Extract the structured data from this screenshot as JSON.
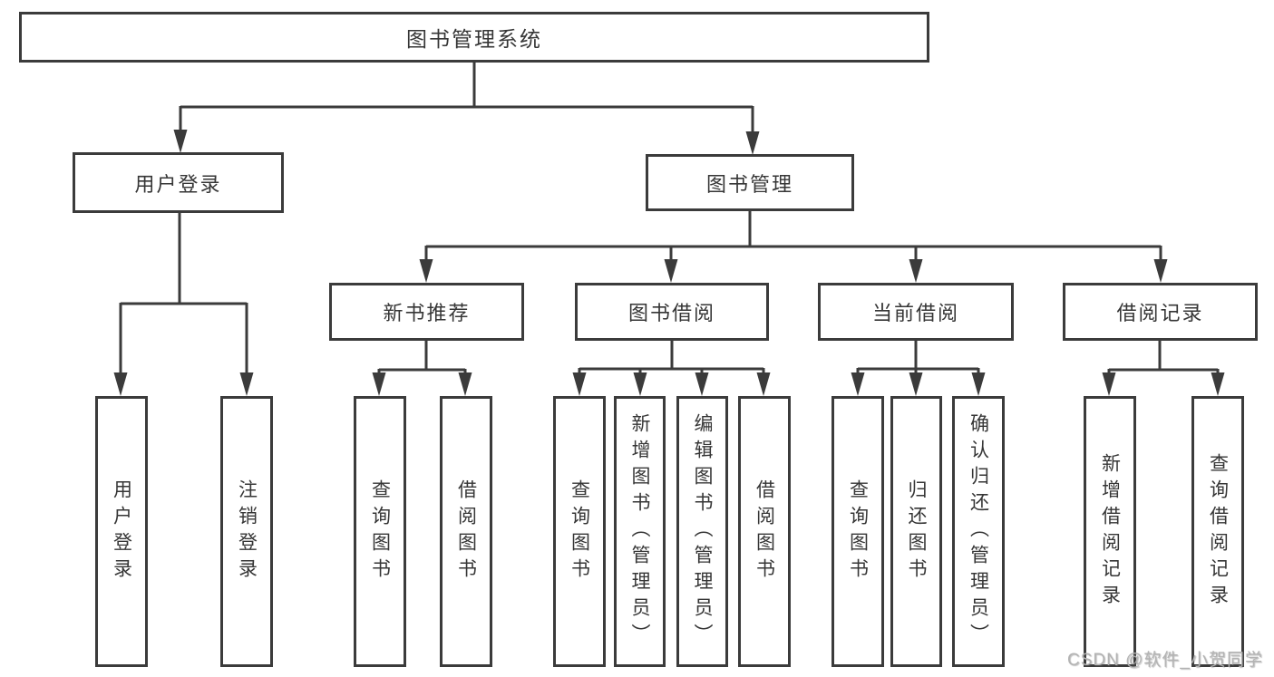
{
  "diagram": {
    "type": "hierarchy-tree",
    "tree": {
      "root": {
        "label": "图书管理系统"
      },
      "branches": [
        {
          "label": "用户登录",
          "children": [
            {
              "label": "用户登录"
            },
            {
              "label": "注销登录"
            }
          ]
        },
        {
          "label": "图书管理",
          "children": [
            {
              "label": "新书推荐",
              "children": [
                {
                  "label": "查询图书"
                },
                {
                  "label": "借阅图书"
                }
              ]
            },
            {
              "label": "图书借阅",
              "children": [
                {
                  "label": "查询图书"
                },
                {
                  "label": "新增图书（管理员）"
                },
                {
                  "label": "编辑图书（管理员）"
                },
                {
                  "label": "借阅图书"
                }
              ]
            },
            {
              "label": "当前借阅",
              "children": [
                {
                  "label": "查询图书"
                },
                {
                  "label": "归还图书"
                },
                {
                  "label": "确认归还（管理员）"
                }
              ]
            },
            {
              "label": "借阅记录",
              "children": [
                {
                  "label": "新增借阅记录"
                },
                {
                  "label": "查询借阅记录"
                }
              ]
            }
          ]
        }
      ]
    },
    "colors": {
      "line": "#3b3b3b",
      "box_border": "#3b3b3b",
      "box_fill": "#ffffff",
      "text": "#363636",
      "background": "#ffffff",
      "watermark": "#b3b3b3"
    }
  },
  "watermark": {
    "text": "CSDN @软件_小贺同学"
  }
}
